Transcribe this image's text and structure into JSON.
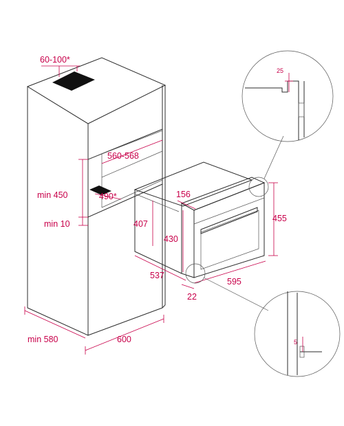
{
  "dimensions": {
    "vent": "60-100*",
    "niche_width": "560-568",
    "min_height": "min 450",
    "vent_depth": "490*",
    "min_gap": "min 10",
    "cabinet_depth": "min 580",
    "cabinet_width": "600",
    "oven_back_height": "407",
    "oven_depth": "537",
    "panel_depth": "156",
    "body_height": "430",
    "front_height": "455",
    "front_width": "595",
    "front_thickness": "22",
    "detail_top": "25",
    "detail_bottom": "5"
  },
  "colors": {
    "dimension": "#c8004a",
    "outline": "#2b2b2b",
    "vent": "#111111"
  }
}
